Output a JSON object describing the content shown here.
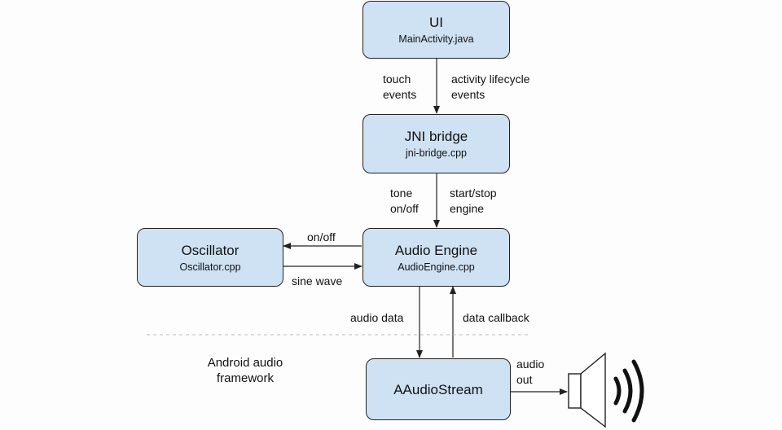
{
  "boxes": {
    "ui": {
      "title": "UI",
      "sub": "MainActivity.java"
    },
    "jni": {
      "title": "JNI bridge",
      "sub": "jni-bridge.cpp"
    },
    "engine": {
      "title": "Audio Engine",
      "sub": "AudioEngine.cpp"
    },
    "oscillator": {
      "title": "Oscillator",
      "sub": "Oscillator.cpp"
    },
    "stream": {
      "title": "AAudioStream"
    }
  },
  "labels": {
    "touch_events": "touch\nevents",
    "activity_lifecycle": "activity lifecycle\nevents",
    "tone_onoff": "tone\non/off",
    "start_stop": "start/stop\nengine",
    "on_off": "on/off",
    "sine_wave": "sine wave",
    "audio_data": "audio data",
    "data_callback": "data callback",
    "framework": "Android audio\nframework",
    "audio_out": "audio\nout"
  },
  "colors": {
    "box_fill": "#cfe2f3",
    "line": "#222222",
    "divider": "#bdbdbd"
  },
  "icons": {
    "speaker": "speaker-icon"
  }
}
